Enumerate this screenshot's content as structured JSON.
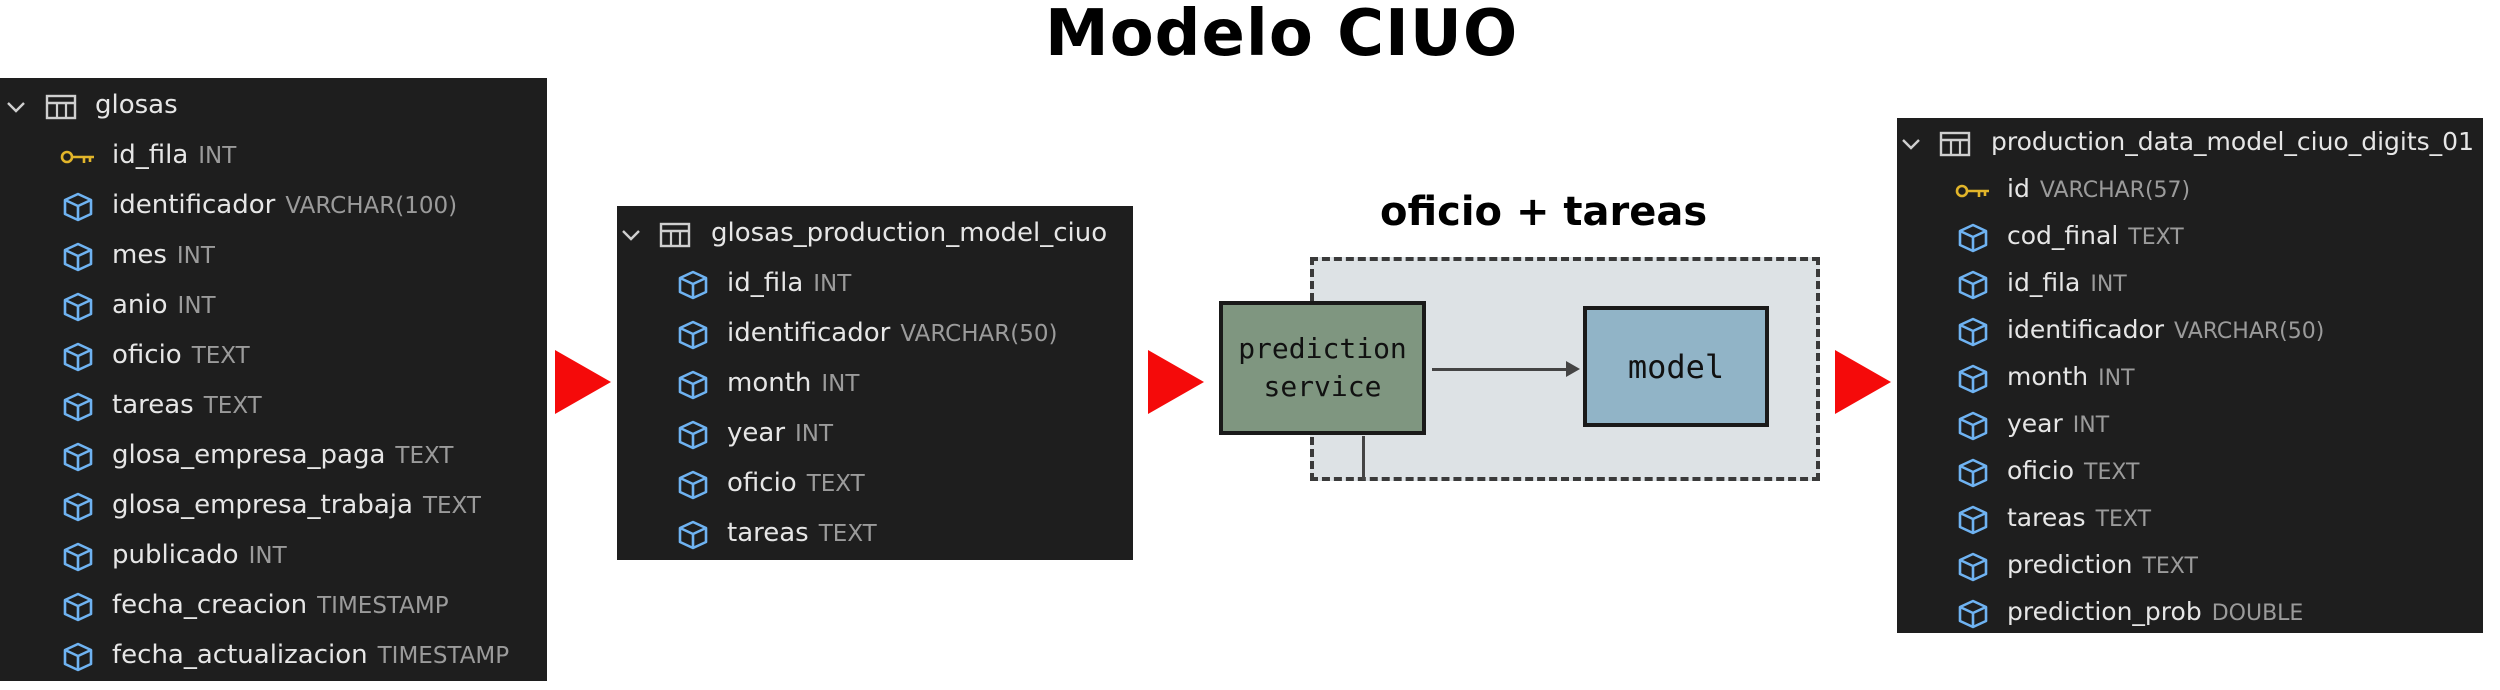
{
  "title": "Modelo CIUO",
  "label_top": "oficio + tareas",
  "prediction_label": [
    "prediction",
    "service"
  ],
  "model_label": "model",
  "colors": {
    "panel_bg": "#1e1e1e",
    "field_icon": "#6fb3f2",
    "key_icon": "#e2b52a",
    "type_text": "#9b9b9b",
    "arrow": "#f50a0a",
    "prediction_box": "#7f9680",
    "model_box": "#91b4c7",
    "dashed_area": "#dde2e5"
  },
  "tables": {
    "glosas": {
      "name": "glosas",
      "fields": [
        {
          "name": "id_fila",
          "type": "INT",
          "icon": "key-icon"
        },
        {
          "name": "identificador",
          "type": "VARCHAR(100)",
          "icon": "field-icon"
        },
        {
          "name": "mes",
          "type": "INT",
          "icon": "field-icon"
        },
        {
          "name": "anio",
          "type": "INT",
          "icon": "field-icon"
        },
        {
          "name": "oficio",
          "type": "TEXT",
          "icon": "field-icon"
        },
        {
          "name": "tareas",
          "type": "TEXT",
          "icon": "field-icon"
        },
        {
          "name": "glosa_empresa_paga",
          "type": "TEXT",
          "icon": "field-icon"
        },
        {
          "name": "glosa_empresa_trabaja",
          "type": "TEXT",
          "icon": "field-icon"
        },
        {
          "name": "publicado",
          "type": "INT",
          "icon": "field-icon"
        },
        {
          "name": "fecha_creacion",
          "type": "TIMESTAMP",
          "icon": "field-icon"
        },
        {
          "name": "fecha_actualizacion",
          "type": "TIMESTAMP",
          "icon": "field-icon"
        }
      ]
    },
    "production": {
      "name": "glosas_production_model_ciuo",
      "fields": [
        {
          "name": "id_fila",
          "type": "INT",
          "icon": "field-icon"
        },
        {
          "name": "identificador",
          "type": "VARCHAR(50)",
          "icon": "field-icon"
        },
        {
          "name": "month",
          "type": "INT",
          "icon": "field-icon"
        },
        {
          "name": "year",
          "type": "INT",
          "icon": "field-icon"
        },
        {
          "name": "oficio",
          "type": "TEXT",
          "icon": "field-icon"
        },
        {
          "name": "tareas",
          "type": "TEXT",
          "icon": "field-icon"
        }
      ]
    },
    "output": {
      "name": "production_data_model_ciuo_digits_01",
      "fields": [
        {
          "name": "id",
          "type": "VARCHAR(57)",
          "icon": "key-icon"
        },
        {
          "name": "cod_final",
          "type": "TEXT",
          "icon": "field-icon"
        },
        {
          "name": "id_fila",
          "type": "INT",
          "icon": "field-icon"
        },
        {
          "name": "identificador",
          "type": "VARCHAR(50)",
          "icon": "field-icon"
        },
        {
          "name": "month",
          "type": "INT",
          "icon": "field-icon"
        },
        {
          "name": "year",
          "type": "INT",
          "icon": "field-icon"
        },
        {
          "name": "oficio",
          "type": "TEXT",
          "icon": "field-icon"
        },
        {
          "name": "tareas",
          "type": "TEXT",
          "icon": "field-icon"
        },
        {
          "name": "prediction",
          "type": "TEXT",
          "icon": "field-icon"
        },
        {
          "name": "prediction_prob",
          "type": "DOUBLE",
          "icon": "field-icon"
        }
      ]
    }
  }
}
